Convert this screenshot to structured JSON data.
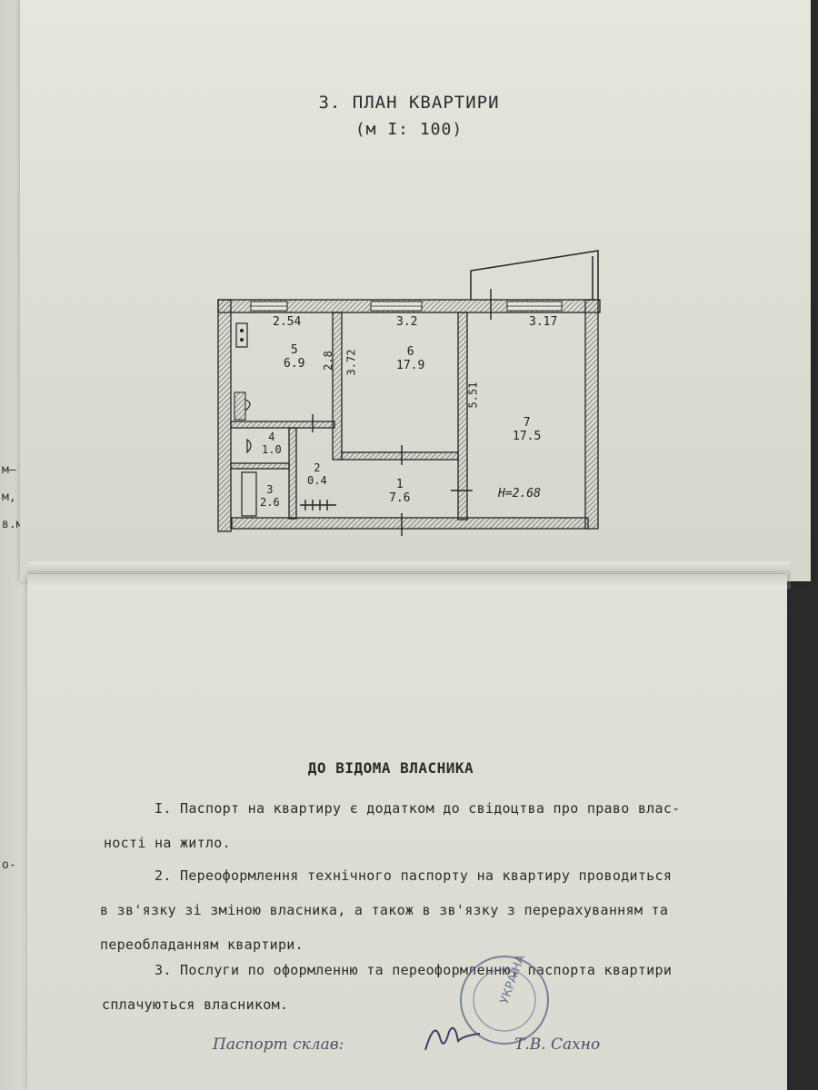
{
  "header": {
    "title": "3. ПЛАН КВАРТИРИ",
    "scale": "(м I: 100)"
  },
  "floor_plan": {
    "rooms": [
      {
        "number": "5",
        "area": "6.9"
      },
      {
        "number": "6",
        "area": "17.9"
      },
      {
        "number": "7",
        "area": "17.5"
      },
      {
        "number": "4",
        "area": "1.0"
      },
      {
        "number": "3",
        "area": "2.6"
      },
      {
        "number": "2",
        "area": "0.4"
      },
      {
        "number": "1",
        "area": "7.6"
      }
    ],
    "dimensions": {
      "top_left": "2.54",
      "top_middle": "3.2",
      "top_right": "3.17",
      "vert_kitchen": "2.8",
      "vert_room6": "3.72",
      "vert_room7": "5.51"
    },
    "height_label": "H=2.68"
  },
  "left_strip": [
    "м–",
    "м,",
    "в.м;",
    "о-"
  ],
  "notice": {
    "heading": "ДО ВІДОМА ВЛАСНИКА",
    "paragraphs": [
      "І. Паспорт на квартиру є додатком до свідоцтва про право влас-",
      "ності на житло.",
      "2. Переоформлення технічного паспорту на квартиру проводиться",
      "в зв'язку зі зміною власника, а також в зв'язку з перерахуванням та",
      "переобладанням квартири.",
      "3. Послуги по оформленню та переоформленню, паспорта квартири",
      "сплачуються власником."
    ]
  },
  "signature": {
    "label": "Паспорт склав:",
    "name": "Т.В. Сахно",
    "stamp_text": "УКРАЇНА"
  }
}
